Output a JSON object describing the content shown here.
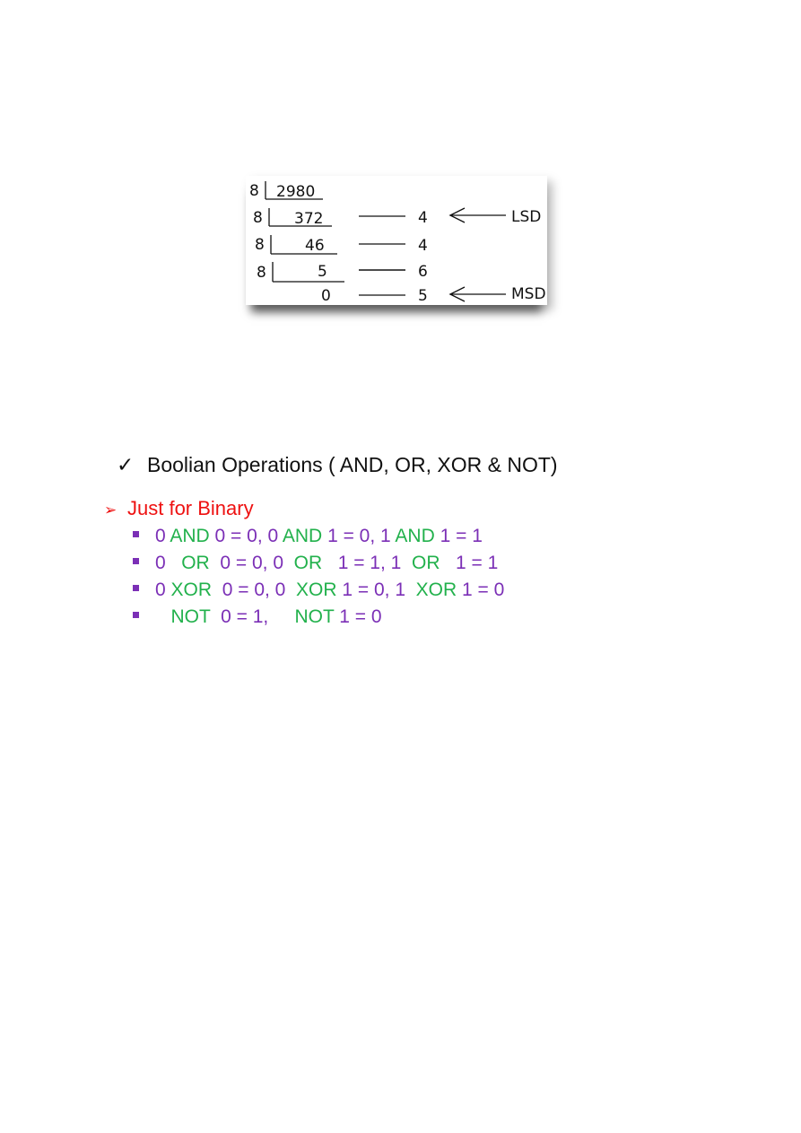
{
  "division": {
    "divisor": "8",
    "rows": [
      {
        "divisor": "8",
        "dividend": "2980",
        "remainder": "",
        "label": ""
      },
      {
        "divisor": "8",
        "dividend": "372",
        "remainder": "4",
        "label": "LSD"
      },
      {
        "divisor": "8",
        "dividend": "46",
        "remainder": "4",
        "label": ""
      },
      {
        "divisor": "8",
        "dividend": "5",
        "remainder": "6",
        "label": ""
      },
      {
        "divisor": "",
        "dividend": "0",
        "remainder": "5",
        "label": "MSD"
      }
    ]
  },
  "heading": {
    "icon": "check-icon",
    "text": "Boolian Operations ( AND, OR, XOR & NOT)"
  },
  "subheading": {
    "icon": "arrow-right-icon",
    "text": "Just for Binary"
  },
  "colors": {
    "value": "#7b2fb6",
    "keyword": "#22b14c",
    "subheading": "#ee1111"
  },
  "operations": [
    [
      [
        "v",
        "0 "
      ],
      [
        "k",
        "AND "
      ],
      [
        "v",
        "0 = 0, 0 "
      ],
      [
        "k",
        "AND "
      ],
      [
        "v",
        "1 = 0, 1 "
      ],
      [
        "k",
        "AND "
      ],
      [
        "v",
        "1 = 1"
      ]
    ],
    [
      [
        "v",
        "0   "
      ],
      [
        "k",
        "OR  "
      ],
      [
        "v",
        "0 = 0, 0  "
      ],
      [
        "k",
        "OR   "
      ],
      [
        "v",
        "1 = 1, 1  "
      ],
      [
        "k",
        "OR   "
      ],
      [
        "v",
        "1 = 1"
      ]
    ],
    [
      [
        "v",
        "0 "
      ],
      [
        "k",
        "XOR  "
      ],
      [
        "v",
        "0 = 0, 0  "
      ],
      [
        "k",
        "XOR "
      ],
      [
        "v",
        "1 = 0, 1  "
      ],
      [
        "k",
        "XOR "
      ],
      [
        "v",
        "1 = 0"
      ]
    ],
    [
      [
        "v",
        "   "
      ],
      [
        "k",
        "NOT  "
      ],
      [
        "v",
        "0 = 1,     "
      ],
      [
        "k",
        "NOT "
      ],
      [
        "v",
        "1 = 0"
      ]
    ]
  ]
}
